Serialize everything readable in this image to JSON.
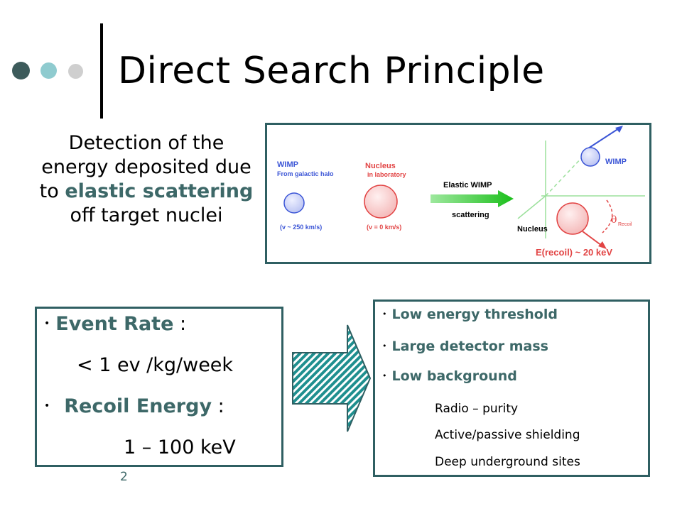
{
  "slide": {
    "title": "Direct  Search Principle",
    "page_number": "2"
  },
  "intro": {
    "part1": "Detection of the energy deposited due to ",
    "emphasis": "elastic scattering",
    "part2": " off target nuclei"
  },
  "figure": {
    "wimp_label": "WIMP",
    "wimp_sub": "From galactic halo",
    "wimp_speed": "(v ~ 250 km/s)",
    "nucleus_label": "Nucleus",
    "nucleus_sub": "in laboratory",
    "nucleus_speed": "(v = 0 km/s)",
    "process_line1": "Elastic WIMP",
    "process_line2": "scattering",
    "out_wimp": "WIMP",
    "out_nucleus": "Nucleus",
    "theta": "θ",
    "theta_sub": "Recoil",
    "energy": "E(recoil) ~ 20 keV",
    "colors": {
      "wimp": "#3b55d6",
      "nucleus": "#e24444",
      "arrow": "#22c222",
      "guide": "#9be09b"
    }
  },
  "left_box": {
    "item1_label": "Event Rate",
    "item1_sep": " :",
    "item1_value": "< 1 ev /kg/week",
    "item2_label": "Recoil Energy",
    "item2_sep": " :",
    "item2_value": "1 – 100 keV"
  },
  "right_box": {
    "items": [
      "Low energy threshold",
      "Large detector mass",
      "Low background"
    ],
    "sub_items": [
      "Radio – purity",
      "Active/passive shielding",
      "Deep underground sites"
    ]
  },
  "icons": {
    "bullet": "•"
  },
  "colors": {
    "accent": "#3d6868",
    "border": "#2f5f62",
    "arrow_fill": "#1f8f8f"
  }
}
